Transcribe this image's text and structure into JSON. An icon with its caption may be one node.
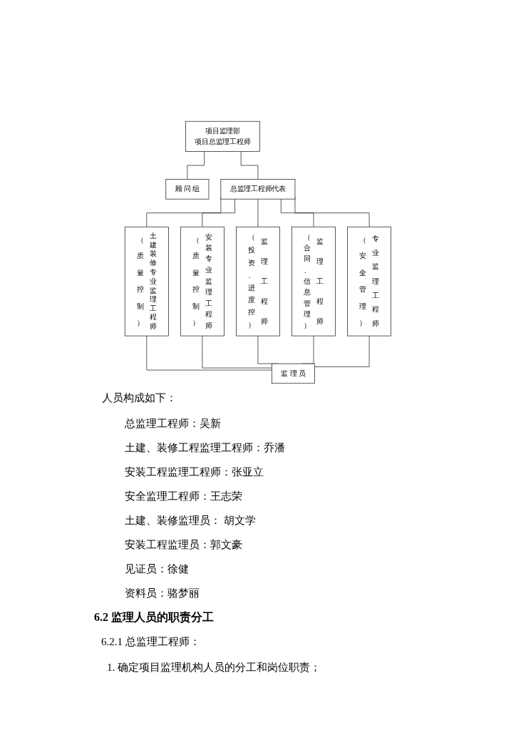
{
  "diagram": {
    "nodes": [
      {
        "text": [
          "项目监理部",
          "项目总监理工程师"
        ]
      },
      {
        "text": [
          "顾 问 组"
        ]
      },
      {
        "text": [
          "总监理工程师代表"
        ]
      },
      {
        "text": [
          "（质量控制）",
          "土建装修专业监理工程师"
        ]
      },
      {
        "text": [
          "（质量控制）",
          "安装专业监理工程师"
        ]
      },
      {
        "text": [
          "（投资、进度控）",
          "监理工程师"
        ]
      },
      {
        "text": [
          "（合同、信息管理）",
          "监理工程师"
        ]
      },
      {
        "text": [
          "（安全管理）",
          "专业监理工程师"
        ]
      },
      {
        "text": [
          "监 理 员"
        ]
      }
    ],
    "edges": [
      {
        "from": 0,
        "to": 1,
        "arrow": "none"
      },
      {
        "from": 0,
        "to": 2,
        "arrow": "none"
      },
      {
        "from": 2,
        "to": 3,
        "arrow": "none"
      },
      {
        "from": 2,
        "to": 4,
        "arrow": "none"
      },
      {
        "from": 2,
        "to": 5,
        "arrow": "none"
      },
      {
        "from": 2,
        "to": 6,
        "arrow": "none"
      },
      {
        "from": 2,
        "to": 7,
        "arrow": "none"
      },
      {
        "from": 3,
        "to": 8,
        "arrow": "none"
      },
      {
        "from": 4,
        "to": 8,
        "arrow": "none"
      },
      {
        "from": 5,
        "to": 8,
        "arrow": "none"
      },
      {
        "from": 6,
        "to": 8,
        "arrow": "none"
      },
      {
        "from": 7,
        "to": 8,
        "arrow": "none"
      }
    ],
    "labels": [
      "人员构成如下：",
      "总监理工程师：吴新",
      "土建、装修工程监理工程师：乔潘",
      "安装工程监理工程师：张亚立",
      "安全监理工程师：王志荣",
      "土建、装修监理员： 胡文学",
      "安装工程监理员：郭文豪",
      "见证员：徐健",
      "资料员：骆梦丽",
      "6.2 监理人员的职责分工",
      "6.2.1 总监理工程师：",
      "1. 确定项目监理机构人员的分工和岗位职责；"
    ]
  }
}
